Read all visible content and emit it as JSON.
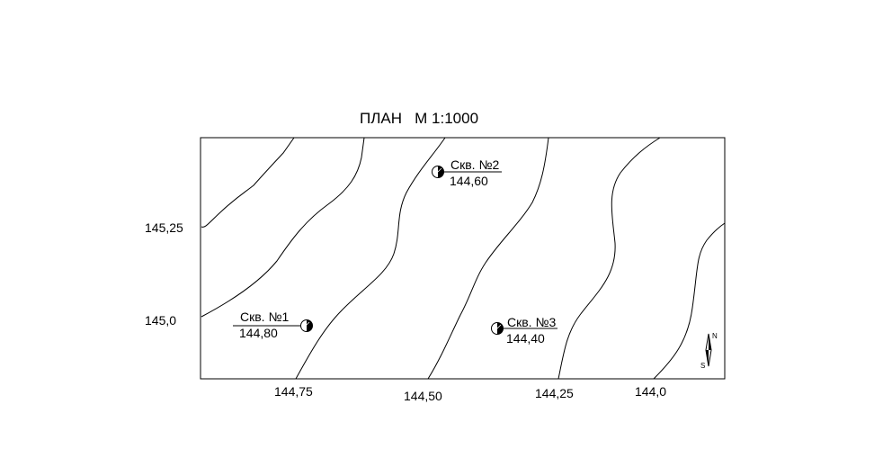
{
  "plan": {
    "title": "ПЛАН   М 1:1000",
    "contour_labels": {
      "c_145_25": "145,25",
      "c_145_0": "145,0",
      "c_144_75": "144,75",
      "c_144_50": "144,50",
      "c_144_25": "144,25",
      "c_144_0": "144,0"
    },
    "boreholes": [
      {
        "name": "Скв. №1",
        "elevation": "144,80"
      },
      {
        "name": "Скв. №2",
        "elevation": "144,60"
      },
      {
        "name": "Скв. №3",
        "elevation": "144,40"
      }
    ],
    "north_arrow": {
      "north": "N",
      "south": "S"
    },
    "colors": {
      "line": "#000000",
      "background": "#ffffff"
    }
  }
}
